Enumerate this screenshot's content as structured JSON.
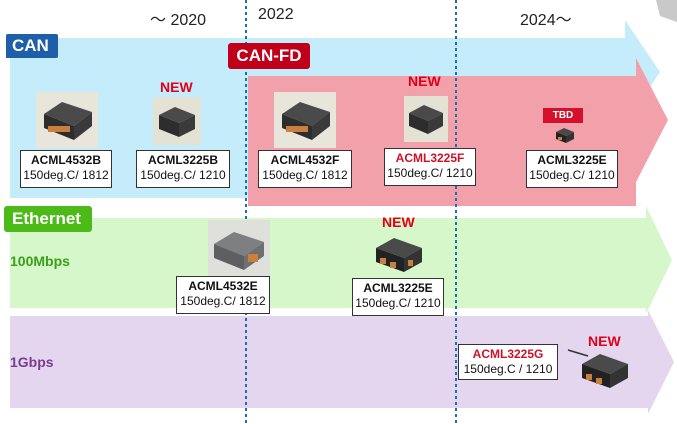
{
  "timeline": {
    "years": [
      "～ 2020",
      "2022",
      "2024～"
    ]
  },
  "lanes": {
    "can": {
      "label": "CAN",
      "color": "#c5ecfa"
    },
    "canfd": {
      "label": "CAN-FD",
      "color": "#f2a1ab"
    },
    "ethernet": {
      "label": "Ethernet",
      "color": "#d6f7c9"
    },
    "mbps100": {
      "label": "100Mbps"
    },
    "gbps1": {
      "label": "1Gbps",
      "color": "#e3d6ee"
    }
  },
  "products": [
    {
      "id": "acml4532b",
      "part": "ACML4532B",
      "spec": "150deg.C/ 1812",
      "new": false
    },
    {
      "id": "acml3225b",
      "part": "ACML3225B",
      "spec": "150deg.C/ 1210",
      "new": true
    },
    {
      "id": "acml4532f",
      "part": "ACML4532F",
      "spec": "150deg.C/ 1812",
      "new": false
    },
    {
      "id": "acml3225f",
      "part": "ACML3225F",
      "spec": "150deg.C/ 1210",
      "new": true
    },
    {
      "id": "acml3225e_can",
      "part": "ACML3225E",
      "spec": "150deg.C/ 1210",
      "tbd": true
    },
    {
      "id": "acml4532e",
      "part": "ACML4532E",
      "spec": "150deg.C/ 1812",
      "new": false
    },
    {
      "id": "acml3225e_eth",
      "part": "ACML3225E",
      "spec": "150deg.C/ 1210",
      "new": true
    },
    {
      "id": "acml3225g",
      "part": "ACML3225G",
      "spec": "150deg.C / 1210",
      "new": true
    }
  ],
  "tags": {
    "new": "NEW",
    "tbd": "TBD"
  },
  "colors": {
    "divider": "#1a6fb0",
    "new": "#e0001a",
    "canfd_badge": "#c0001a",
    "can_badge": "#1f5faa",
    "eth_badge": "#4cbb17",
    "lane100_text": "#3aa017",
    "lane1g_text": "#7a3b8f"
  }
}
